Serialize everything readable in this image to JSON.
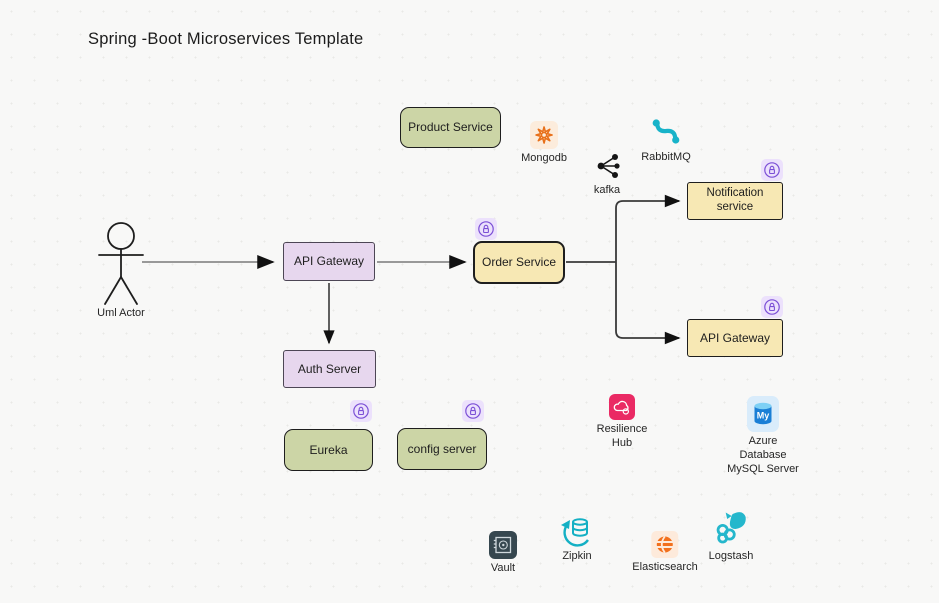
{
  "title": "Spring -Boot Microservices Template",
  "actor": {
    "label": "Uml Actor"
  },
  "nodes": {
    "product_service": {
      "label": "Product Service"
    },
    "api_gateway_left": {
      "label": "API Gateway"
    },
    "order_service": {
      "label": "Order Service"
    },
    "notification_service": {
      "label": "Notification service"
    },
    "api_gateway_right": {
      "label": "API Gateway"
    },
    "auth_server": {
      "label": "Auth Server"
    },
    "eureka": {
      "label": "Eureka"
    },
    "config_server": {
      "label": "config server"
    }
  },
  "icons": {
    "mongodb": {
      "label": "Mongodb"
    },
    "kafka": {
      "label": "kafka"
    },
    "rabbitmq": {
      "label": "RabbitMQ"
    },
    "resilience_hub": {
      "label": "Resilience Hub"
    },
    "azure_mysql": {
      "label": "Azure Database MySQL Server",
      "badge_text": "My"
    },
    "vault": {
      "label": "Vault"
    },
    "zipkin": {
      "label": "Zipkin"
    },
    "elasticsearch": {
      "label": "Elasticsearch"
    },
    "logstash": {
      "label": "Logstash"
    }
  },
  "colors": {
    "background": "#f8f8f7",
    "node_green": "#ccd5a6",
    "node_purple": "#e7d7ee",
    "node_yellow": "#f7e8b4",
    "node_border": "#1e1e1e",
    "lock_badge_bg": "#ece1fc",
    "lock_accent": "#7b4fd6",
    "mongodb_orange": "#e8701a",
    "mongodb_bg": "#fcecdc",
    "rabbitmq_teal": "#18b3c9",
    "resilience_pink": "#ea2a64",
    "azure_blue": "#1b7fd6",
    "azure_bg": "#d9ecfb",
    "vault_slate": "#36474f",
    "elastic_orange": "#f2701d",
    "elastic_bg": "#fdeadb",
    "zipkin_teal": "#14b0c4",
    "logstash_teal": "#25b7cc",
    "connector_gray": "#999999",
    "connector_dark": "#3a3a3a"
  }
}
